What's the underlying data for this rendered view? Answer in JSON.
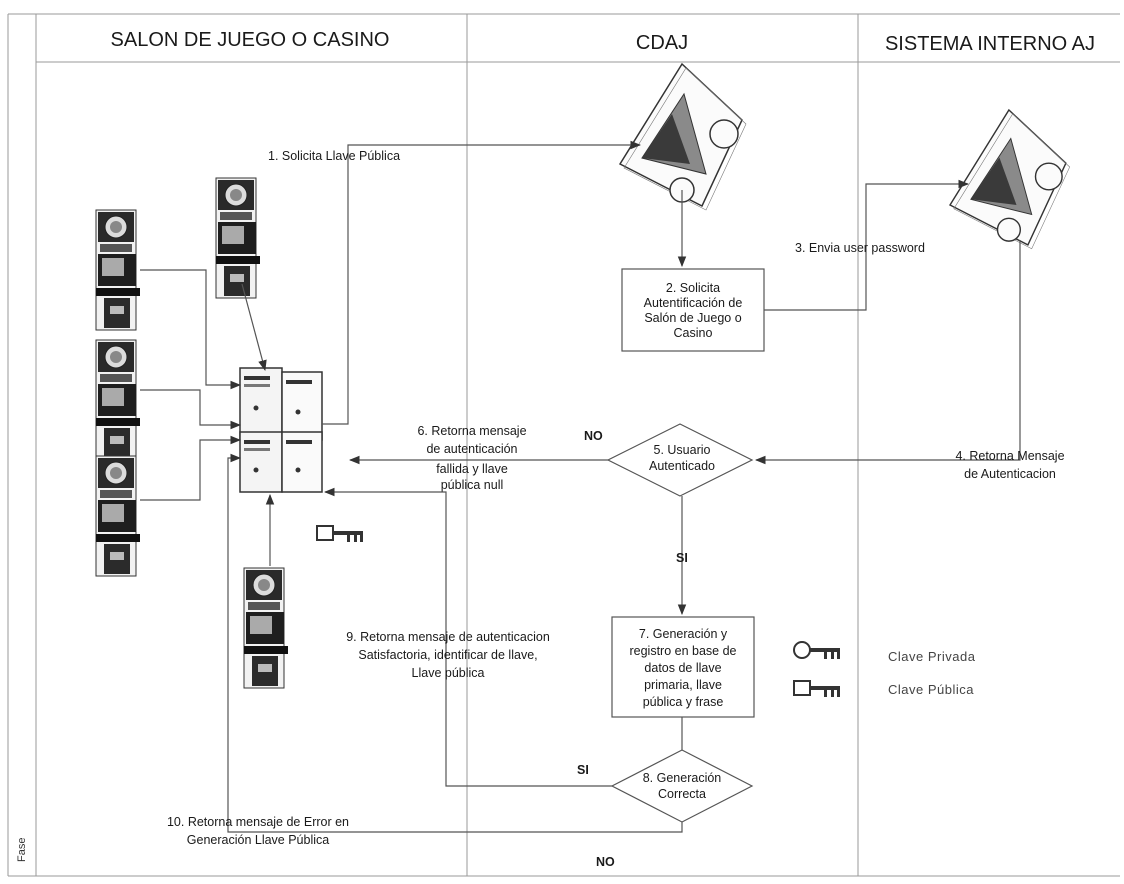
{
  "lanes": {
    "salon": "SALON DE JUEGO O CASINO",
    "cdaj": "CDAJ",
    "sistema": "SISTEMA INTERNO AJ"
  },
  "fase": "Fase",
  "steps": {
    "s1": "1. Solicita Llave Pública",
    "s2": [
      "2. Solicita",
      "Autentificación de",
      "Salón  de Juego o",
      "Casino"
    ],
    "s3": "3. Envia user password",
    "s4": [
      "4. Retorna Mensaje",
      "de Autenticacion"
    ],
    "s5": [
      "5. Usuario",
      "Autenticado"
    ],
    "s6": [
      "6. Retorna mensaje",
      "de autenticación",
      "fallida y llave",
      "pública null"
    ],
    "s7": [
      "7. Generación y",
      "registro en base de",
      "datos de llave",
      "primaria, llave",
      "pública y frase"
    ],
    "s8": [
      "8. Generación",
      "Correcta"
    ],
    "s9": [
      "9. Retorna mensaje de autenticacion",
      "Satisfactoria, identificar de llave,",
      "Llave pública"
    ],
    "s10": [
      "10. Retorna mensaje de Error en",
      "Generación Llave Pública"
    ]
  },
  "branches": {
    "no_top": "NO",
    "si_mid": "SI",
    "si_left": "SI",
    "no_bottom": "NO"
  },
  "legend": {
    "private": "Clave Privada",
    "public": "Clave Pública"
  },
  "icons": {
    "gaming_machine": "slot-machine-icon",
    "server": "server-icon",
    "app_service": "puzzle-app-icon",
    "key": "key-icon"
  }
}
